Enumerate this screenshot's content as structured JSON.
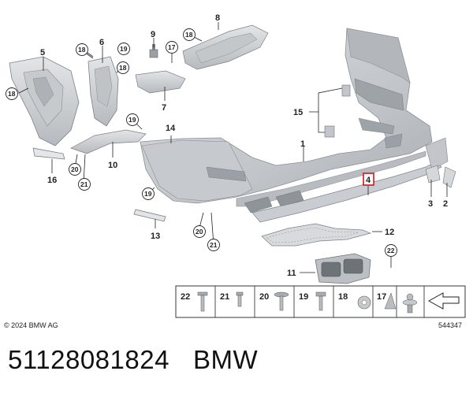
{
  "callouts": {
    "c1": "1",
    "c2": "2",
    "c3": "3",
    "c4": "4",
    "c5": "5",
    "c6": "6",
    "c7": "7",
    "c8": "8",
    "c9": "9",
    "c10": "10",
    "c11": "11",
    "c12": "12",
    "c13": "13",
    "c14": "14",
    "c15": "15",
    "c16": "16",
    "c17": "17",
    "c18": "18",
    "c19": "19",
    "c20": "20",
    "c21": "21",
    "c22": "22"
  },
  "legend": {
    "items": [
      {
        "num": "22",
        "icon": "screw-icon"
      },
      {
        "num": "21",
        "icon": "rivet-icon"
      },
      {
        "num": "20",
        "icon": "screw-washer-icon"
      },
      {
        "num": "19",
        "icon": "bolt-icon"
      },
      {
        "num": "18",
        "icon": "clip-nut-icon"
      },
      {
        "num": "17",
        "icon": "cone-clip-icon"
      },
      {
        "num": "",
        "icon": "expanding-rivet-icon"
      },
      {
        "num": "",
        "icon": "direction-arrow-icon"
      }
    ]
  },
  "copyright": "© 2024 BMW AG",
  "diagram_id": "544347",
  "part_number": "51128081824",
  "brand": "BMW",
  "colors": {
    "part_fill": "#cdd0d4",
    "part_stroke": "#7b8085",
    "highlight": "#d2151c"
  }
}
